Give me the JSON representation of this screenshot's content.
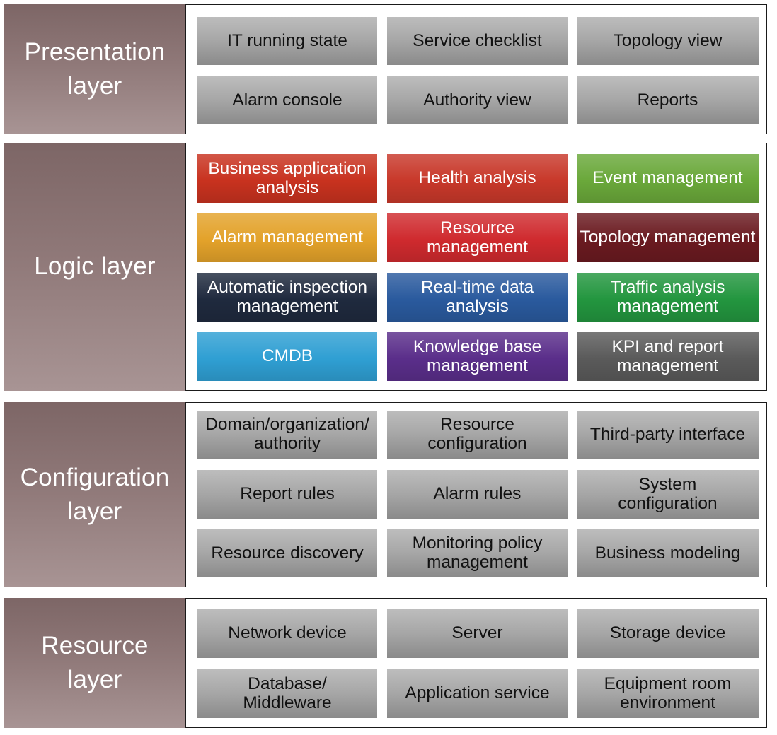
{
  "layers": [
    {
      "id": "presentation",
      "label": "Presentation\nlayer",
      "tiles": [
        {
          "label": "IT running state"
        },
        {
          "label": "Service checklist"
        },
        {
          "label": "Topology view"
        },
        {
          "label": "Alarm console"
        },
        {
          "label": "Authority view"
        },
        {
          "label": "Reports"
        }
      ]
    },
    {
      "id": "logic",
      "label": "Logic layer",
      "tiles": [
        {
          "label": "Business application\nanalysis",
          "color": "#c8321f"
        },
        {
          "label": "Health analysis",
          "color": "#c8382a"
        },
        {
          "label": "Event management",
          "color": "#6aa83a"
        },
        {
          "label": "Alarm management",
          "color": "#e3a22a"
        },
        {
          "label": "Resource\nmanagement",
          "color": "#cf2a2e"
        },
        {
          "label": "Topology management",
          "color": "#6a1a20"
        },
        {
          "label": "Automatic inspection\nmanagement",
          "color": "#1f2a3e"
        },
        {
          "label": "Real-time data\nanalysis",
          "color": "#2a5a9e"
        },
        {
          "label": "Traffic analysis\nmanagement",
          "color": "#23963f"
        },
        {
          "label": "CMDB",
          "color": "#2f9fd3"
        },
        {
          "label": "Knowledge base\nmanagement",
          "color": "#5a2e8a"
        },
        {
          "label": "KPI and report\nmanagement",
          "color": "#5a5a5a"
        }
      ]
    },
    {
      "id": "configuration",
      "label": "Configuration\nlayer",
      "tiles": [
        {
          "label": "Domain/organization/\nauthority"
        },
        {
          "label": "Resource\nconfiguration"
        },
        {
          "label": "Third-party interface"
        },
        {
          "label": "Report rules"
        },
        {
          "label": "Alarm rules"
        },
        {
          "label": "System\nconfiguration"
        },
        {
          "label": "Resource discovery"
        },
        {
          "label": "Monitoring policy\nmanagement"
        },
        {
          "label": "Business modeling"
        }
      ]
    },
    {
      "id": "resource",
      "label": "Resource\nlayer",
      "tiles": [
        {
          "label": "Network device"
        },
        {
          "label": "Server"
        },
        {
          "label": "Storage device"
        },
        {
          "label": "Database/\nMiddleware"
        },
        {
          "label": "Application service"
        },
        {
          "label": "Equipment room\nenvironment"
        }
      ]
    }
  ]
}
